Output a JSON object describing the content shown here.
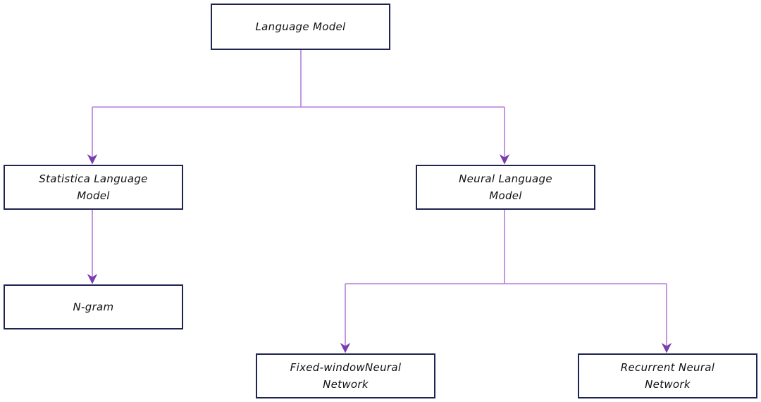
{
  "colors": {
    "connector": "#b57fd8",
    "arrowhead": "#7a3cae",
    "node_border": "#1f2450",
    "text": "#111111"
  },
  "nodes": {
    "root": "Language Model",
    "statistical": "Statistica Language Model",
    "neural": "Neural Language Model",
    "ngram": "N-gram",
    "fixed_window": "Fixed-windowNeural Network",
    "recurrent": "Recurrent Neural Network"
  }
}
